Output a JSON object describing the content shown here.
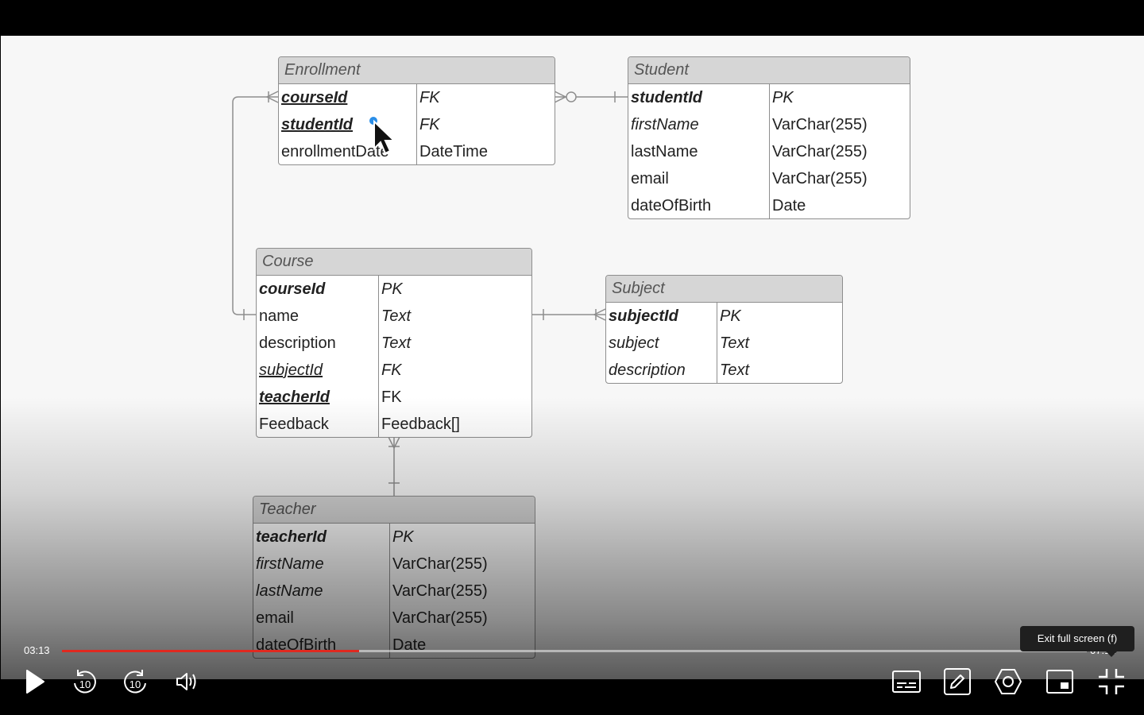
{
  "diagram": {
    "enrollment": {
      "title": "Enrollment",
      "rows": [
        {
          "name": "courseId",
          "type": "FK"
        },
        {
          "name": "studentId",
          "type": "FK"
        },
        {
          "name": "enrollmentDate",
          "type": "DateTime"
        }
      ]
    },
    "student": {
      "title": "Student",
      "rows": [
        {
          "name": "studentId",
          "type": "PK"
        },
        {
          "name": "firstName",
          "type": "VarChar(255)"
        },
        {
          "name": "lastName",
          "type": "VarChar(255)"
        },
        {
          "name": "email",
          "type": "VarChar(255)"
        },
        {
          "name": "dateOfBirth",
          "type": "Date"
        }
      ]
    },
    "course": {
      "title": "Course",
      "rows": [
        {
          "name": "courseId",
          "type": "PK"
        },
        {
          "name": "name",
          "type": "Text"
        },
        {
          "name": "description",
          "type": "Text"
        },
        {
          "name": "subjectId",
          "type": "FK"
        },
        {
          "name": "teacherId",
          "type": "FK"
        },
        {
          "name": "Feedback",
          "type": "Feedback[]"
        }
      ]
    },
    "subject": {
      "title": "Subject",
      "rows": [
        {
          "name": "subjectId",
          "type": "PK"
        },
        {
          "name": "subject",
          "type": "Text"
        },
        {
          "name": "description",
          "type": "Text"
        }
      ]
    },
    "teacher": {
      "title": "Teacher",
      "rows": [
        {
          "name": "teacherId",
          "type": "PK"
        },
        {
          "name": "firstName",
          "type": "VarChar(255)"
        },
        {
          "name": "lastName",
          "type": "VarChar(255)"
        },
        {
          "name": "email",
          "type": "VarChar(255)"
        },
        {
          "name": "dateOfBirth",
          "type": "Date"
        }
      ]
    }
  },
  "player": {
    "current_time": "03:13",
    "total_time": "07:12",
    "progress": 0.29,
    "tooltip": "Exit full screen (f)",
    "accent_color": "#e0291f",
    "skip_back": "10",
    "skip_forward": "10",
    "icons": [
      "play-icon",
      "rewind-10-icon",
      "forward-10-icon",
      "volume-icon",
      "captions-icon",
      "annotate-icon",
      "settings-icon",
      "picture-in-picture-icon",
      "exit-fullscreen-icon"
    ]
  }
}
